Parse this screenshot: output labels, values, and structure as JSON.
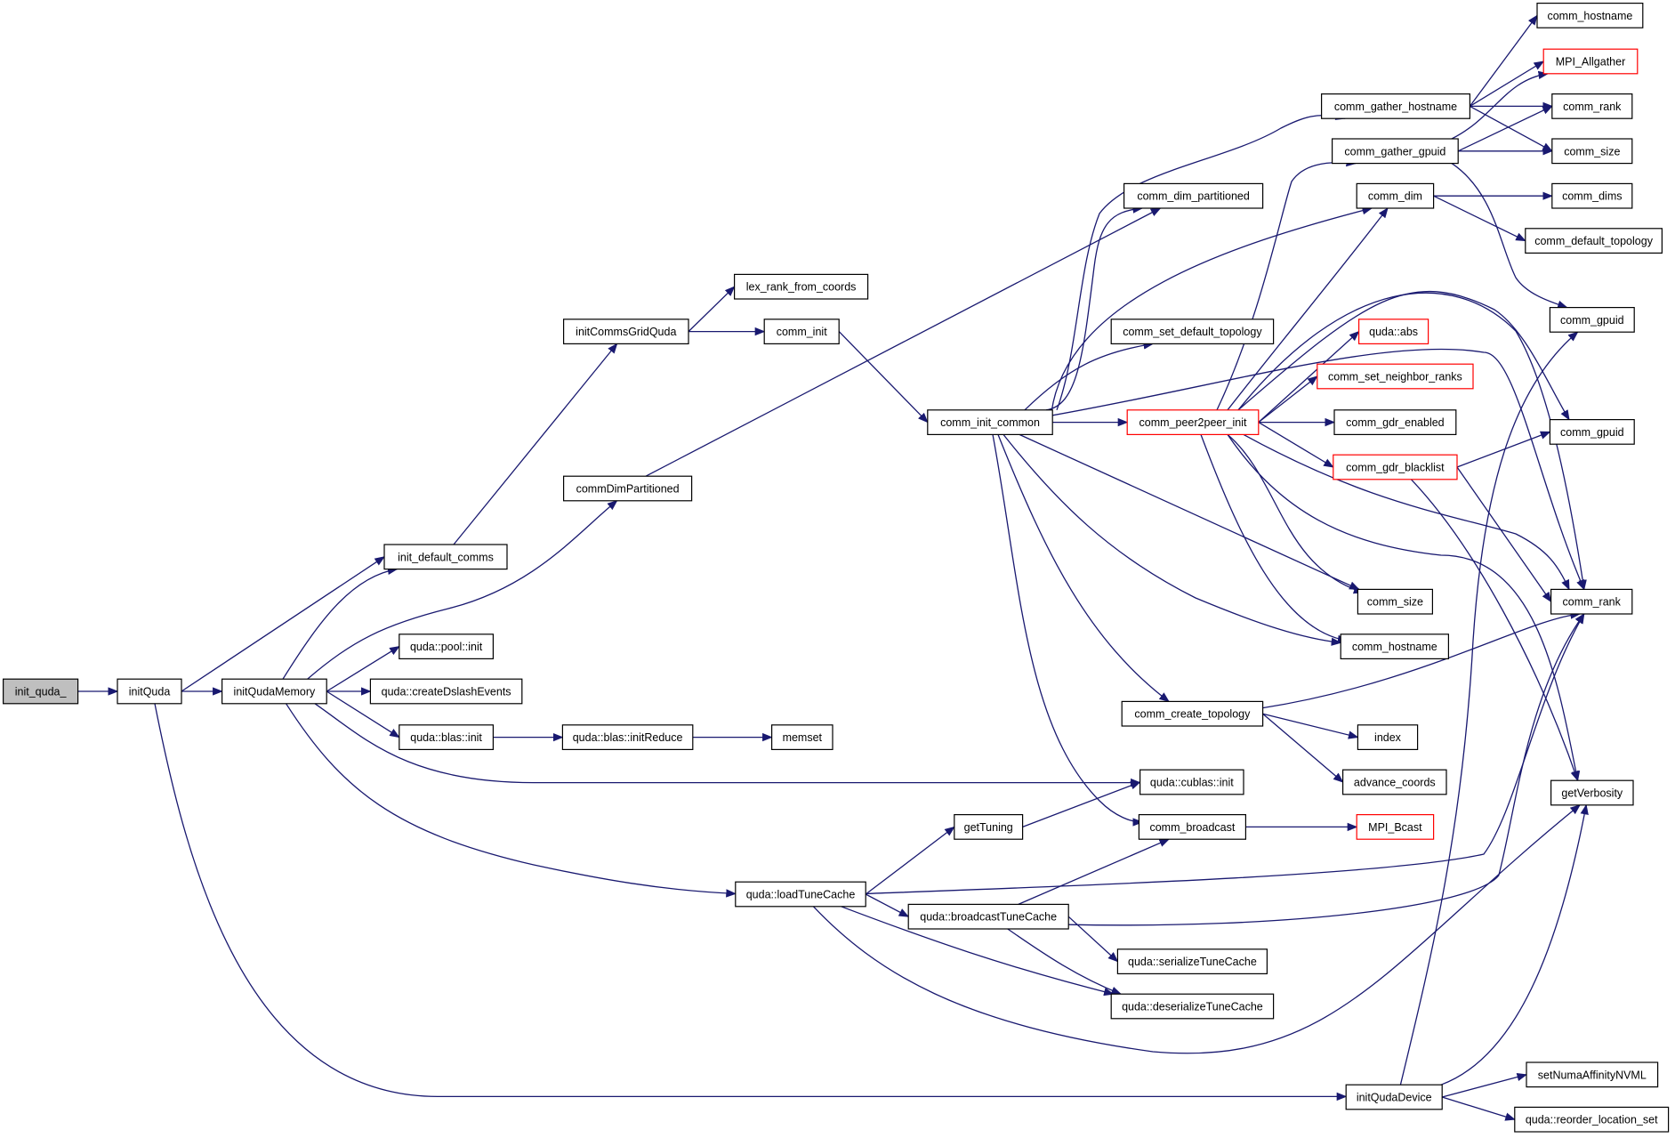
{
  "colors": {
    "edge": "#191970",
    "border": "#000000",
    "missing_border": "#ff0000",
    "root_fill": "#bfbfbf"
  },
  "nodes": {
    "init_quda_": "init_quda_",
    "initQuda": "initQuda",
    "initQudaMemory": "initQudaMemory",
    "init_default_comms": "init_default_comms",
    "initCommsGridQuda": "initCommsGridQuda",
    "lex_rank_from_coords": "lex_rank_from_coords",
    "comm_init": "comm_init",
    "commDimPartitioned": "commDimPartitioned",
    "pool_init": "quda::pool::init",
    "createDslashEvents": "quda::createDslashEvents",
    "blas_init": "quda::blas::init",
    "blas_initReduce": "quda::blas::initReduce",
    "memset": "memset",
    "cublas_init": "quda::cublas::init",
    "loadTuneCache": "quda::loadTuneCache",
    "getTuning": "getTuning",
    "broadcastTuneCache": "quda::broadcastTuneCache",
    "serializeTuneCache": "quda::serializeTuneCache",
    "deserializeTuneCache": "quda::deserializeTuneCache",
    "comm_init_common": "comm_init_common",
    "comm_dim_partitioned": "comm_dim_partitioned",
    "comm_set_default_topology": "comm_set_default_topology",
    "comm_peer2peer_init": "comm_peer2peer_init",
    "comm_create_topology": "comm_create_topology",
    "comm_broadcast": "comm_broadcast",
    "comm_gather_hostname": "comm_gather_hostname",
    "comm_gather_gpuid": "comm_gather_gpuid",
    "comm_dim": "comm_dim",
    "quda_abs": "quda::abs",
    "comm_set_neighbor_ranks": "comm_set_neighbor_ranks",
    "comm_gdr_enabled": "comm_gdr_enabled",
    "comm_gdr_blacklist": "comm_gdr_blacklist",
    "comm_size_mid": "comm_size",
    "comm_hostname_mid": "comm_hostname",
    "index": "index",
    "advance_coords": "advance_coords",
    "MPI_Bcast": "MPI_Bcast",
    "initQudaDevice": "initQudaDevice",
    "comm_hostname_top": "comm_hostname",
    "MPI_Allgather": "MPI_Allgather",
    "comm_rank_top": "comm_rank",
    "comm_size_top": "comm_size",
    "comm_dims": "comm_dims",
    "comm_default_topology": "comm_default_topology",
    "comm_gpuid_1": "comm_gpuid",
    "comm_gpuid_2": "comm_gpuid",
    "comm_rank_right": "comm_rank",
    "getVerbosity": "getVerbosity",
    "setNumaAffinityNVML": "setNumaAffinityNVML",
    "reorder_location_set": "quda::reorder_location_set"
  }
}
